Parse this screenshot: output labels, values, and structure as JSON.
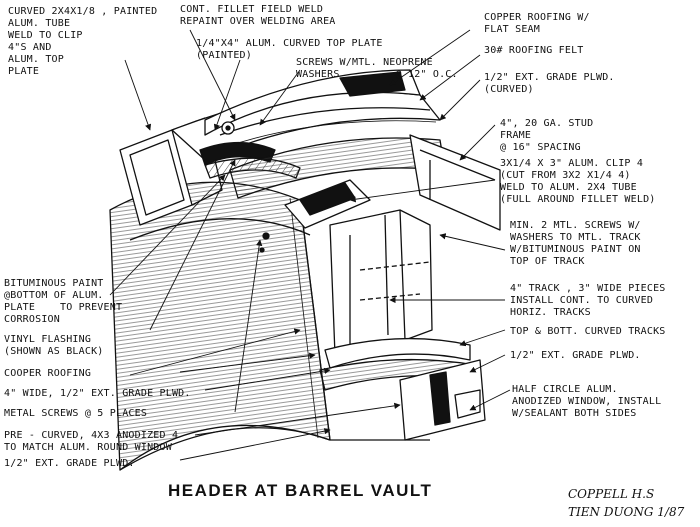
{
  "drawing": {
    "title": "HEADER AT BARREL VAULT",
    "author_line1": "COPPELL H.S",
    "author_line2": "TIEN DUONG 1/87"
  },
  "labels": {
    "curved_tube": "CURVED 2x4x1/8 , PAINTED\nALUM. TUBE\nWELD TO CLIP\n4\"S AND\nALUM. TOP\nPLATE",
    "fillet_weld": "CONT. FILLET FIELD WELD\nREPAINT OVER WELDING AREA",
    "top_plate": "1/4\"x4\" ALUM. CURVED TOP PLATE\n(PAINTED)",
    "screws_neoprene": "SCREWS W/MTL. NEOPRENE\nWASHERS         @ 12\" O.C.",
    "copper_roofing_top": "COPPER ROOFING W/\nFLAT SEAM",
    "roofing_felt": "30# ROOFING FELT",
    "ext_plwd_curved": "1/2\" EXT. GRADE PLWD.\n(CURVED)",
    "stud_frame": "4\", 20 GA. STUD\nFRAME\n@ 16\" SPACING",
    "alum_clip": "3x1/4 x 3\" ALUM. CLIP 4\n(CUT FROM 3x2 x1/4 4)\nWELD TO ALUM. 2x4 TUBE\n(FULL AROUND FILLET WELD)",
    "mtl_screws_track": "MIN. 2 MTL. SCREWS W/\nWASHERS TO MTL. TRACK\nW/BITUMINOUS PAINT ON\nTOP OF TRACK",
    "track_pieces": "4\" TRACK , 3\" WIDE PIECES\nINSTALL CONT. TO CURVED\nHORIZ. TRACKS",
    "curved_tracks": "TOP & BOTT. CURVED TRACKS",
    "ext_plwd_right": "1/2\" EXT. GRADE PLWD.",
    "half_circle_window": "HALF CIRCLE ALUM.\nANODIZED WINDOW, INSTALL\nW/SEALANT BOTH SIDES",
    "bituminous_paint": "BITUMINOUS PAINT\n@BOTTOM OF ALUM.\nPLATE    TO PREVENT\nCORROSION",
    "vinyl_flashing": "VINYL FLASHING\n(SHOWN AS BLACK)",
    "cooper_roofing": "COOPER ROOFING",
    "wide_plwd": "4\" WIDE, 1/2\" EXT. GRADE PLWD.",
    "metal_screws": "METAL SCREWS @ 5 PLACES",
    "precurved": "PRE - CURVED, 4x3 ANODIZED 4\nTO MATCH ALUM. ROUND WINDOW",
    "ext_plwd_left": "1/2\" EXT. GRADE PLWD."
  },
  "colors": {
    "ink": "#111111",
    "paper": "#ffffff"
  }
}
